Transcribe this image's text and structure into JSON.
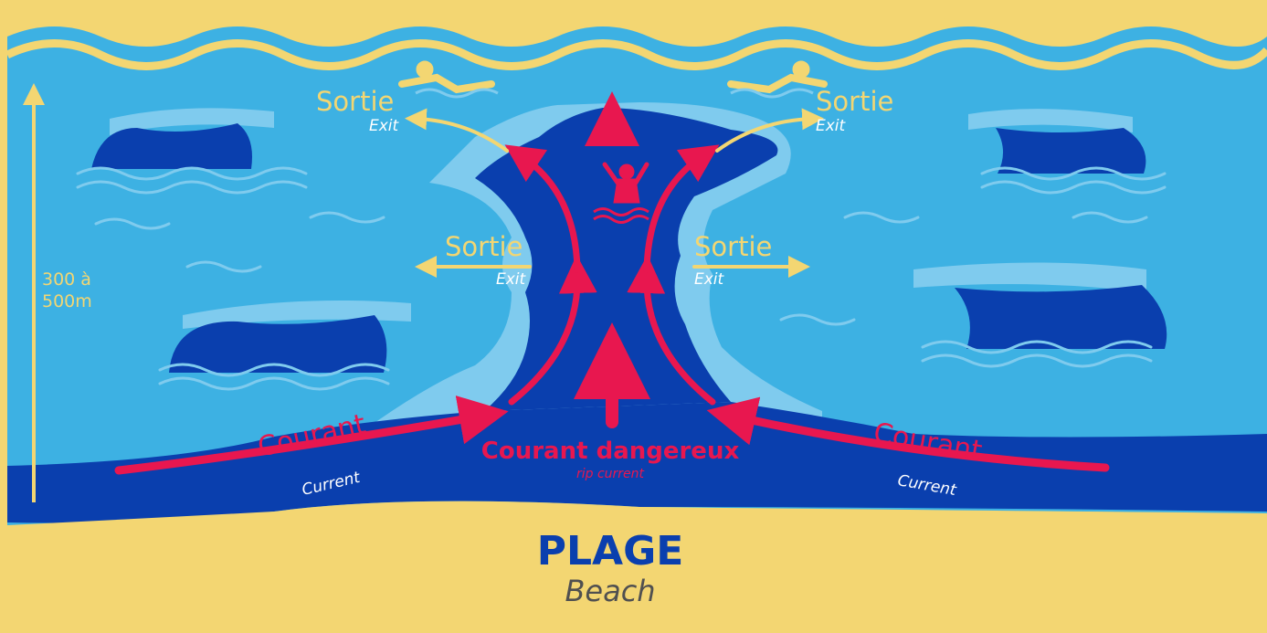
{
  "exits": [
    {
      "label": "Sortie",
      "sublabel": "Exit"
    },
    {
      "label": "Sortie",
      "sublabel": "Exit"
    },
    {
      "label": "Sortie",
      "sublabel": "Exit"
    },
    {
      "label": "Sortie",
      "sublabel": "Exit"
    }
  ],
  "currents": [
    {
      "label": "Courant",
      "sublabel": "Current"
    },
    {
      "label": "Courant",
      "sublabel": "Current"
    }
  ],
  "rip_current": {
    "label": "Courant dangereux",
    "sublabel": "rip current"
  },
  "beach": {
    "label": "PLAGE",
    "sublabel": "Beach"
  },
  "distance": {
    "line1": "300 à",
    "line2": "500m"
  },
  "icons": [
    "swimmer-icon",
    "swimmer-icon",
    "drowning-person-icon"
  ],
  "colors": {
    "sand": "#f3d672",
    "sea": "#3db1e3",
    "foam": "#7fcbee",
    "deep": "#0a3fae",
    "danger": "#e8174f",
    "text_white": "#ffffff"
  }
}
